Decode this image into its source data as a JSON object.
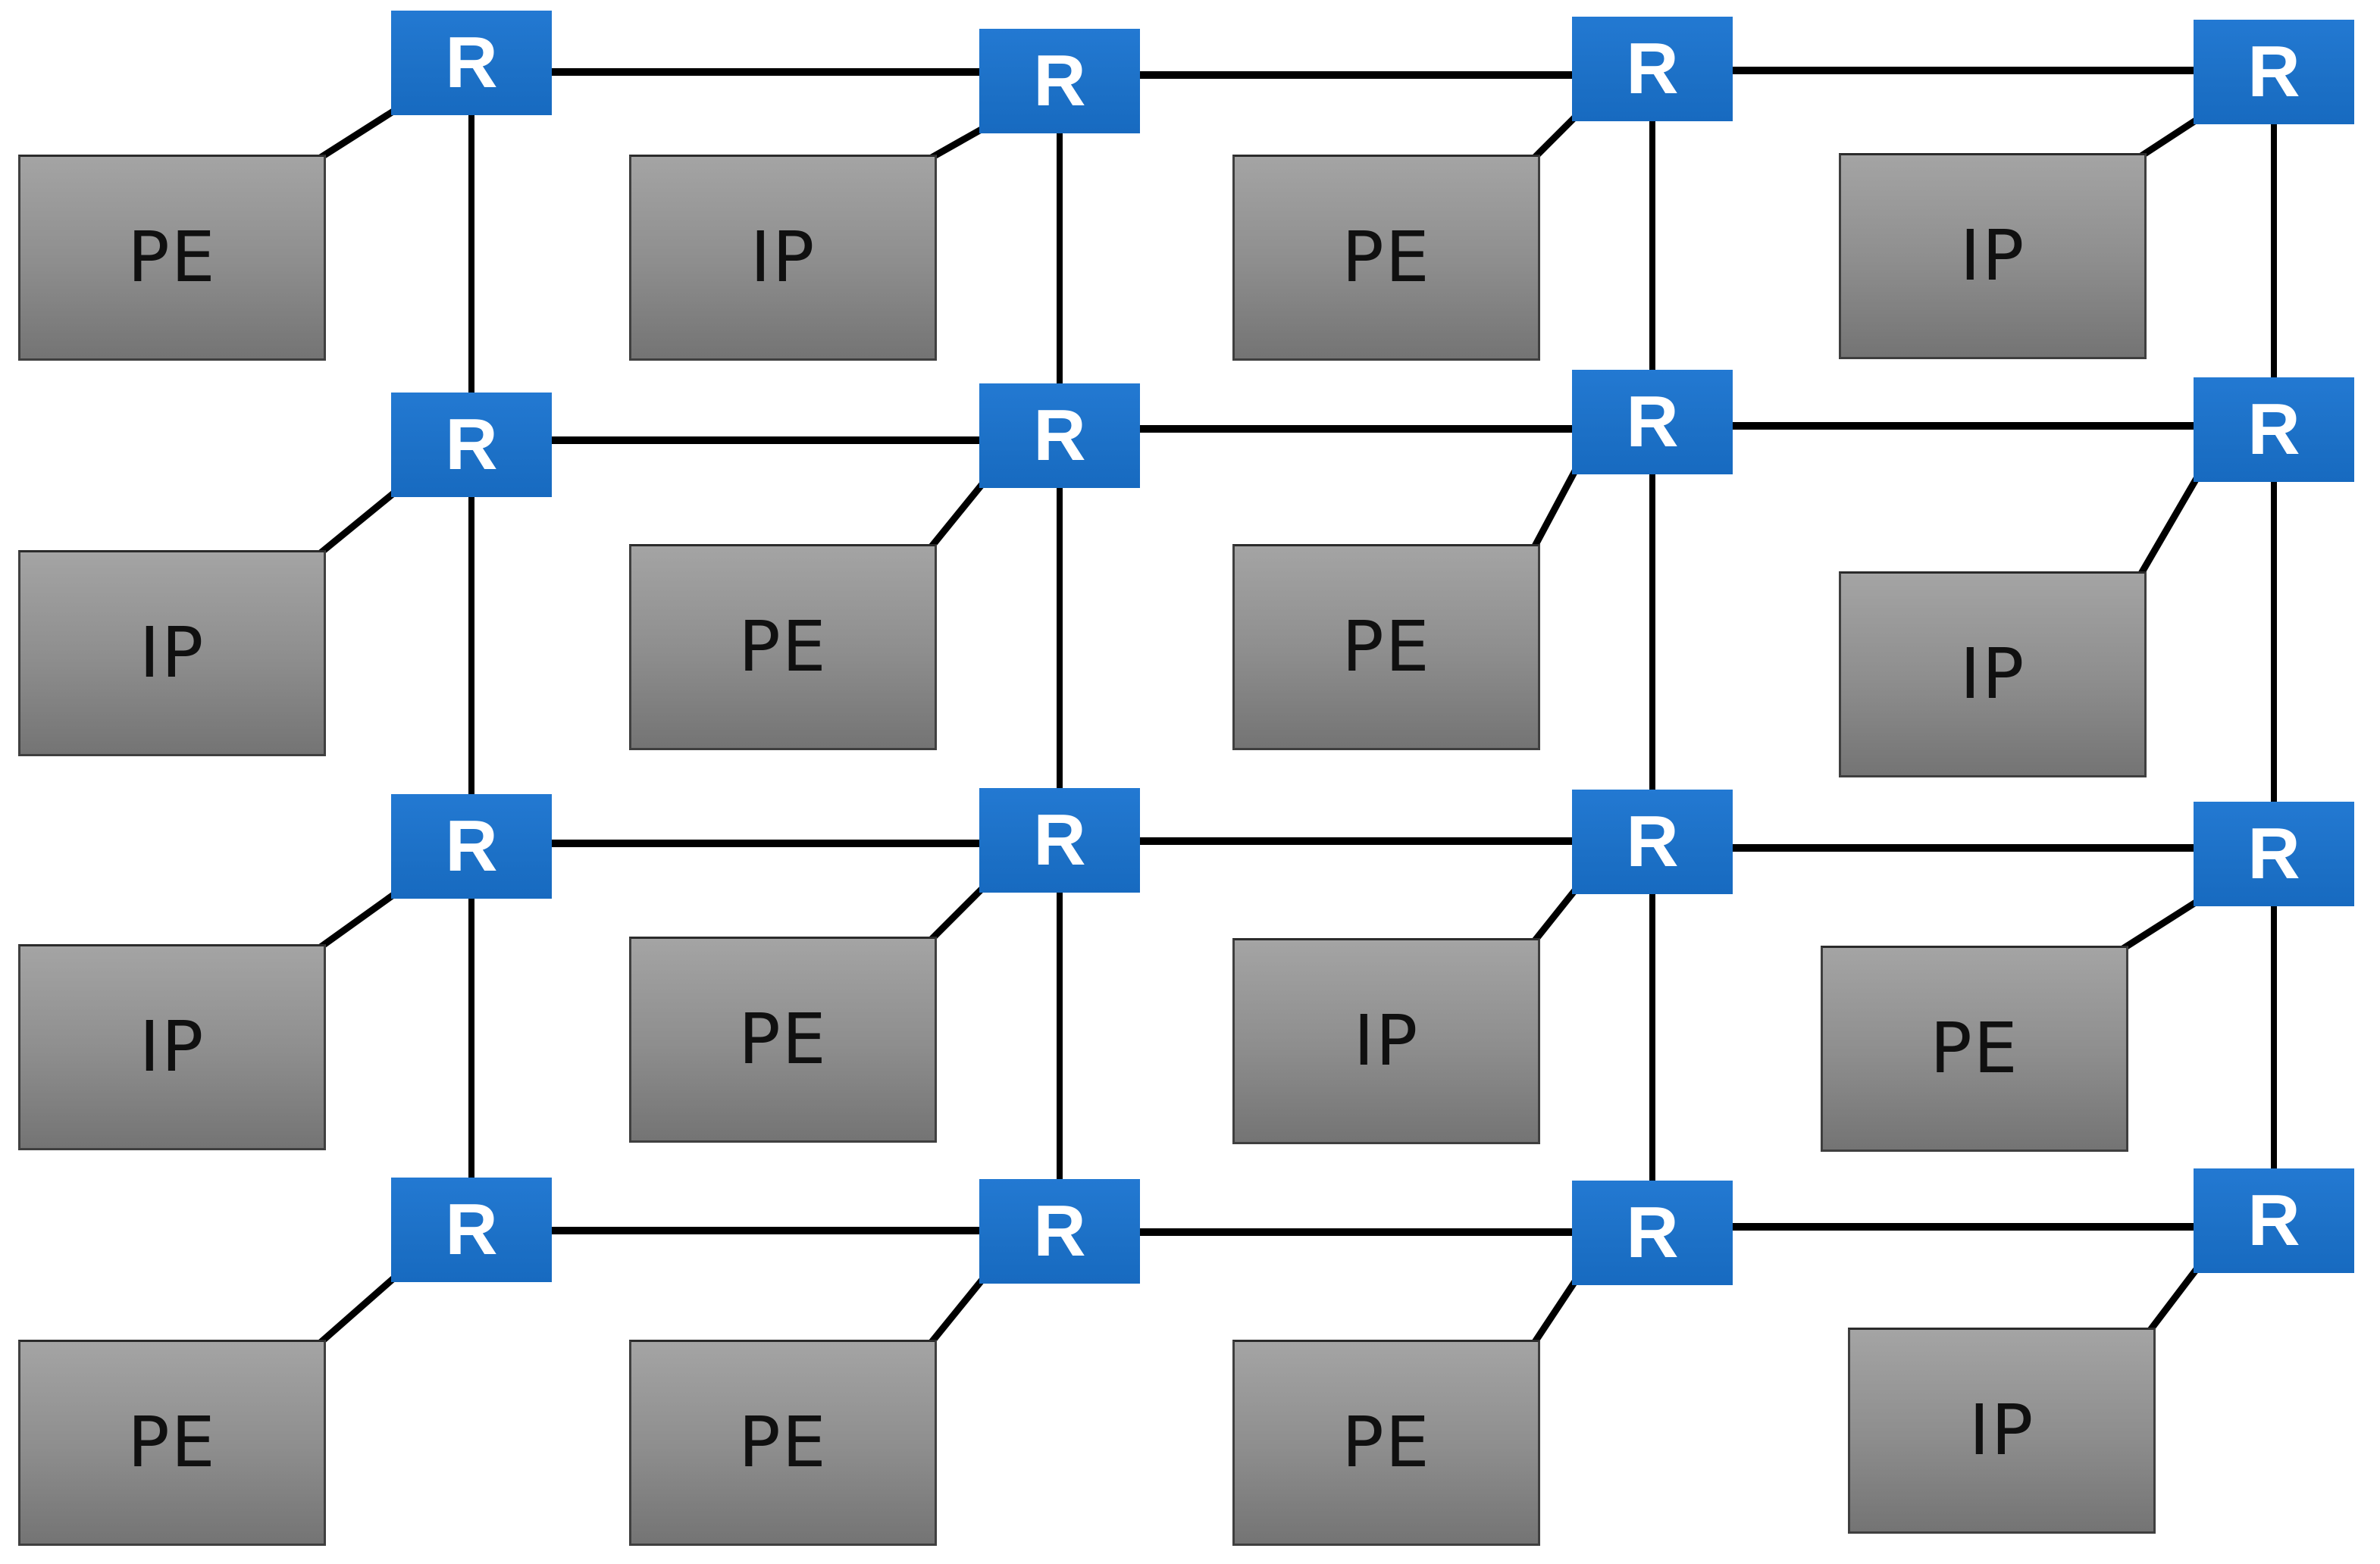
{
  "diagram": {
    "grid": {
      "rows": 4,
      "cols": 4
    },
    "router_label": "R",
    "tile_rows": [
      [
        "PE",
        "IP",
        "PE",
        "IP"
      ],
      [
        "IP",
        "PE",
        "PE",
        "IP"
      ],
      [
        "IP",
        "PE",
        "IP",
        "PE"
      ],
      [
        "PE",
        "PE",
        "PE",
        "IP"
      ]
    ],
    "colors": {
      "background": "#FFFFFF",
      "router_fill": "#1C70C6",
      "router_text": "#FFFFFF",
      "tile_fill_top": "#A4A4A4",
      "tile_fill_bottom": "#747474",
      "tile_border": "#3F3F3F",
      "tile_text": "#101010",
      "link": "#000000"
    }
  }
}
